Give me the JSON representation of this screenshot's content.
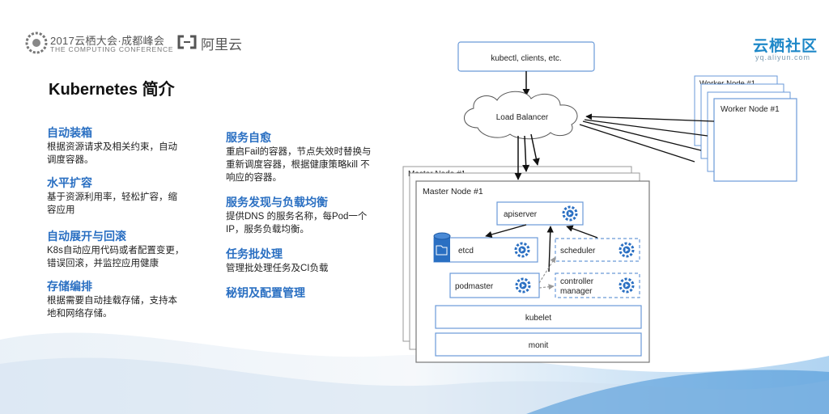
{
  "header": {
    "conference_title": "2017云栖大会·成都峰会",
    "conference_subtitle": "THE COMPUTING CONFERENCE",
    "aliyun_name": "阿里云",
    "yunqi_name": "云栖社区",
    "yunqi_url": "yq.aliyun.com"
  },
  "slide": {
    "title": "Kubernetes 简介"
  },
  "features_left": [
    {
      "heading": "自动装箱",
      "lines": [
        "根据资源请求及相关约束，自动",
        "调度容器。"
      ]
    },
    {
      "heading": "水平扩容",
      "lines": [
        "基于资源利用率，轻松扩容，缩",
        "容应用"
      ]
    },
    {
      "heading": "自动展开与回滚",
      "lines": [
        "K8s自动应用代码或者配置变更，",
        "错误回滚，并监控应用健康"
      ]
    },
    {
      "heading": "存储编排",
      "lines": [
        "根据需要自动挂载存储，支持本",
        "地和网络存储。"
      ]
    }
  ],
  "features_right": [
    {
      "heading": "服务自愈",
      "lines": [
        "重启Fail的容器，节点失效时替换与",
        "重新调度容器，根据健康策略kill 不",
        "响应的容器。"
      ]
    },
    {
      "heading": "服务发现与负载均衡",
      "lines": [
        "提供DNS 的服务名称，每Pod一个",
        "IP，服务负载均衡。"
      ]
    },
    {
      "heading": "任务批处理",
      "lines": [
        "管理批处理任务及CI负载"
      ]
    },
    {
      "heading": "秘钥及配置管理",
      "lines": []
    }
  ],
  "diagram": {
    "clients_label": "kubectl, clients, etc.",
    "load_balancer_label": "Load Balancer",
    "worker_node_label": "Worker Node #1",
    "worker_node_back_label": "Worker Node #1",
    "master_node_label": "Master Node #1",
    "master_node_back_label": "Master Node #1",
    "apiserver_label": "apiserver",
    "etcd_label": "etcd",
    "scheduler_label": "scheduler",
    "podmaster_label": "podmaster",
    "controller_manager_label_1": "controller",
    "controller_manager_label_2": "manager",
    "kubelet_label": "kubelet",
    "monit_label": "monit",
    "colors": {
      "accent": "#2a6fc2",
      "component_border": "#6a9ad8",
      "gear": "#2a6fc2"
    }
  }
}
